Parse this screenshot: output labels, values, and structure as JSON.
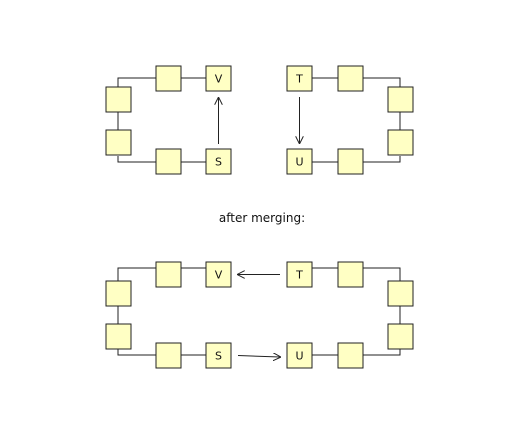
{
  "nodes": {
    "top_v": "V",
    "top_s": "S",
    "top_t": "T",
    "top_u": "U",
    "bottom_v": "V",
    "bottom_s": "S",
    "bottom_t": "T",
    "bottom_u": "U"
  },
  "caption": "after merging:",
  "colors": {
    "box_fill": "#ffffc4",
    "stroke": "#222222"
  }
}
